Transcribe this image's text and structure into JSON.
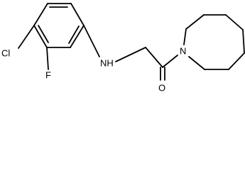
{
  "atoms": {
    "cl": "Cl",
    "f": "F",
    "nh": "NH",
    "o": "O",
    "n": "N"
  },
  "colors": {
    "bond": "#000000",
    "background": "#ffffff"
  }
}
